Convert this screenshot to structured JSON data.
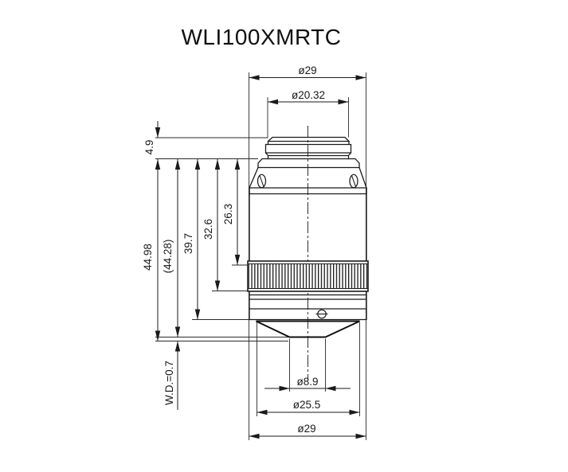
{
  "title": "WLI100XMRTC",
  "labels": {
    "top_diameter": "ø29",
    "thread_diameter": "ø20.32",
    "thread_length": "4.9",
    "parfocal_length": "44.98",
    "flange_to_tip": "(44.28)",
    "flange_to_nose": "39.7",
    "flange_to_knurl_bottom": "32.6",
    "flange_to_knurl_top": "26.3",
    "working_distance": "W.D.=0.7",
    "tip_diameter": "ø8.9",
    "nose_diameter": "ø25.5",
    "bottom_diameter": "ø29"
  },
  "colors": {
    "line": "#1a1a1a",
    "background": "#ffffff"
  }
}
